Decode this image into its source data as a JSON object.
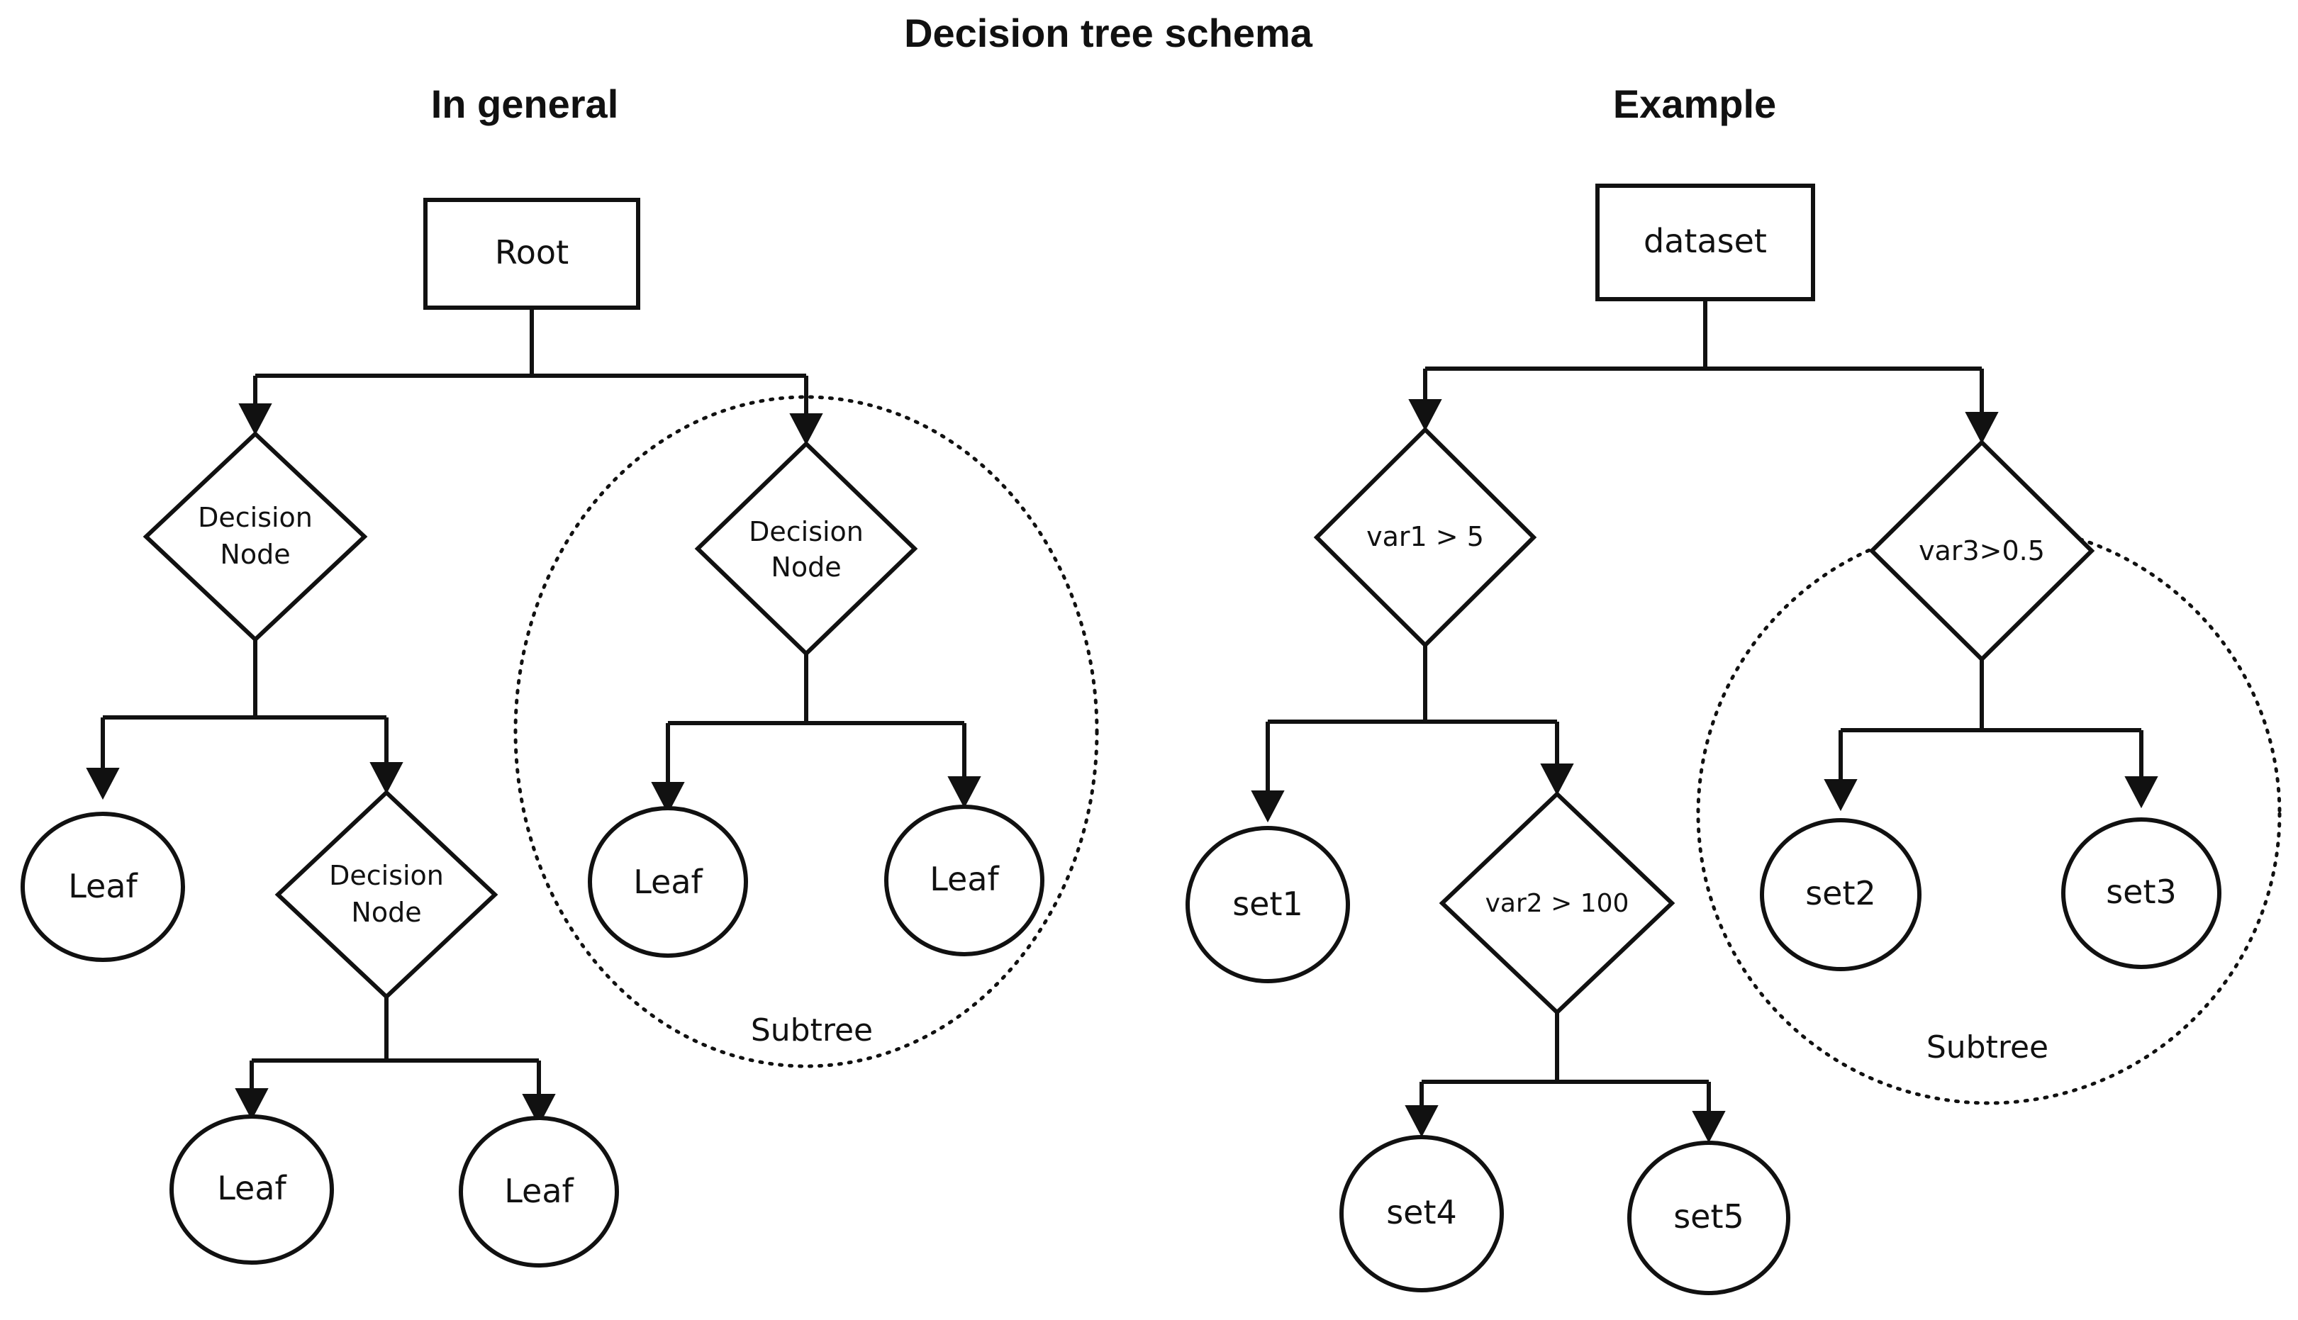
{
  "title": "Decision tree schema",
  "panels": {
    "general": {
      "heading": "In general",
      "root": "Root",
      "decision_node_line1": "Decision",
      "decision_node_line2": "Node",
      "leaf": "Leaf",
      "subtree": "Subtree"
    },
    "example": {
      "heading": "Example",
      "root": "dataset",
      "cond_var1": "var1 > 5",
      "cond_var2": "var2 > 100",
      "cond_var3": "var3>0.5",
      "set1": "set1",
      "set2": "set2",
      "set3": "set3",
      "set4": "set4",
      "set5": "set5",
      "subtree": "Subtree"
    }
  }
}
